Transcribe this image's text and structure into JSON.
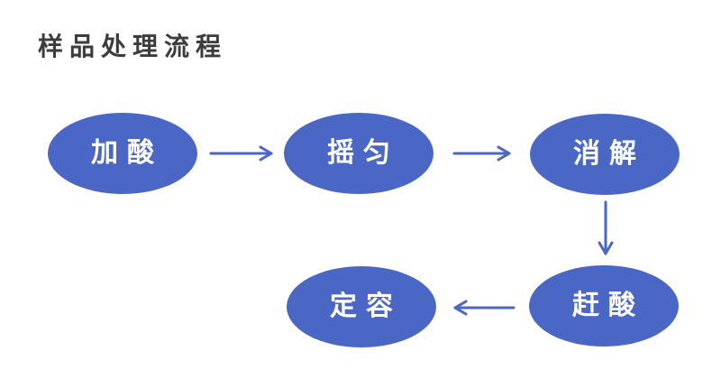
{
  "title": {
    "text": "样品处理流程",
    "color": "#3c3c3c"
  },
  "diagram": {
    "type": "flowchart",
    "node_fill_color": "#4a67c6",
    "node_text_color": "#ffffff",
    "arrow_color": "#4a67c6",
    "background_color": "#ffffff",
    "nodes": [
      {
        "id": "add-acid",
        "label": "加酸"
      },
      {
        "id": "shake-well",
        "label": "摇匀"
      },
      {
        "id": "digest",
        "label": "消解"
      },
      {
        "id": "drive-acid",
        "label": "赶酸"
      },
      {
        "id": "fix-volume",
        "label": "定容"
      }
    ],
    "edges": [
      {
        "from": "add-acid",
        "to": "shake-well",
        "direction": "right"
      },
      {
        "from": "shake-well",
        "to": "digest",
        "direction": "right"
      },
      {
        "from": "digest",
        "to": "drive-acid",
        "direction": "down"
      },
      {
        "from": "drive-acid",
        "to": "fix-volume",
        "direction": "left"
      }
    ]
  }
}
